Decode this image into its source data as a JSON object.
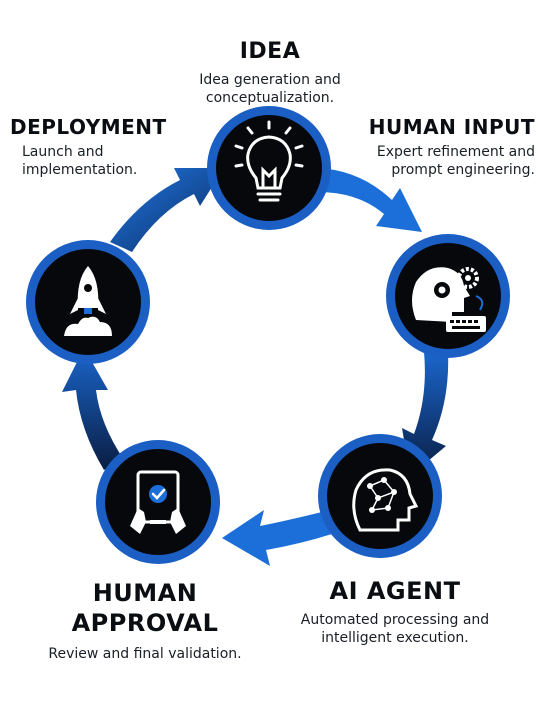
{
  "stages": {
    "idea": {
      "title": "IDEA",
      "desc": "Idea generation and conceptualization.",
      "icon": "lightbulb-icon"
    },
    "human_input": {
      "title": "HUMAN INPUT",
      "desc": "Expert refinement and prompt engineering.",
      "icon": "head-gears-keyboard-icon"
    },
    "ai_agent": {
      "title": "AI AGENT",
      "desc": "Automated processing and intelligent execution.",
      "icon": "ai-head-network-icon"
    },
    "human_approval": {
      "title": "HUMAN APPROVAL",
      "desc": "Review and final validation.",
      "icon": "tablet-check-hands-icon"
    },
    "deployment": {
      "title": "DEPLOYMENT",
      "desc": "Launch and implementation.",
      "icon": "rocket-icon"
    }
  },
  "colors": {
    "arrow_bright": "#1c6fd8",
    "arrow_dark": "#0d2450",
    "node_fill": "#06080c",
    "node_ring": "#1b5fc4",
    "text": "#0a0d12"
  }
}
